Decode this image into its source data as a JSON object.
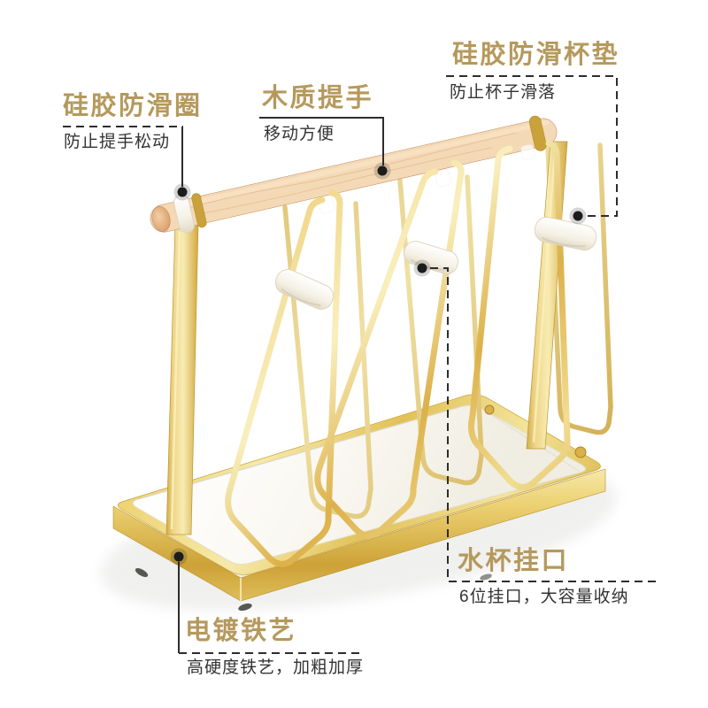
{
  "theme": {
    "background": "#ffffff",
    "accent": "#b5995c",
    "body_text": "#333333",
    "line": "#2d2d2d",
    "gold": "#e3bc55",
    "gold_deep": "#c2972f",
    "wood": "#eec49c",
    "silicone_white": "#f7f3ea"
  },
  "callouts": {
    "silicone_ring": {
      "title": "硅胶防滑圈",
      "subtitle": "防止提手松动"
    },
    "wood_handle": {
      "title": "木质提手",
      "subtitle": "移动方便"
    },
    "cup_pad": {
      "title": "硅胶防滑杯垫",
      "subtitle": "防止杯子滑落"
    },
    "cup_hooks": {
      "title": "水杯挂口",
      "subtitle": "6位挂口，大容量收纳"
    },
    "iron_base": {
      "title": "电镀铁艺",
      "subtitle": "高硬度铁艺，加粗加厚"
    }
  }
}
